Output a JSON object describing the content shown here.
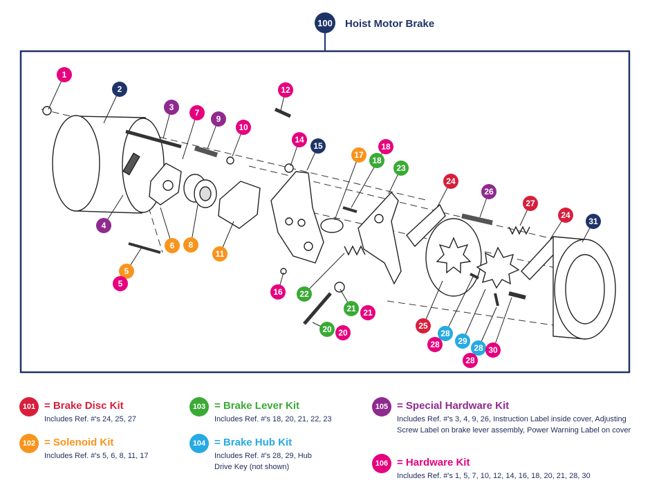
{
  "title": {
    "number": "100",
    "text": "Hoist Motor Brake"
  },
  "colors": {
    "navy": "#1e3368",
    "magenta": "#e6007e",
    "purple": "#8e2a8e",
    "red": "#d71f3c",
    "orange": "#f7941d",
    "green": "#3aaa35",
    "cyan": "#27aae1"
  },
  "callouts": [
    {
      "label": "1",
      "color": "magenta"
    },
    {
      "label": "2",
      "color": "navy"
    },
    {
      "label": "3",
      "color": "purple"
    },
    {
      "label": "4",
      "color": "purple"
    },
    {
      "label": "5",
      "color": "orange"
    },
    {
      "label": "5",
      "color": "magenta"
    },
    {
      "label": "6",
      "color": "orange"
    },
    {
      "label": "7",
      "color": "magenta"
    },
    {
      "label": "8",
      "color": "orange"
    },
    {
      "label": "9",
      "color": "purple"
    },
    {
      "label": "10",
      "color": "magenta"
    },
    {
      "label": "11",
      "color": "orange"
    },
    {
      "label": "12",
      "color": "magenta"
    },
    {
      "label": "14",
      "color": "magenta"
    },
    {
      "label": "15",
      "color": "navy"
    },
    {
      "label": "16",
      "color": "magenta"
    },
    {
      "label": "17",
      "color": "orange"
    },
    {
      "label": "18",
      "color": "magenta"
    },
    {
      "label": "18",
      "color": "green"
    },
    {
      "label": "20",
      "color": "green"
    },
    {
      "label": "20",
      "color": "magenta"
    },
    {
      "label": "21",
      "color": "green"
    },
    {
      "label": "21",
      "color": "magenta"
    },
    {
      "label": "22",
      "color": "green"
    },
    {
      "label": "23",
      "color": "green"
    },
    {
      "label": "24",
      "color": "red"
    },
    {
      "label": "24",
      "color": "red"
    },
    {
      "label": "25",
      "color": "red"
    },
    {
      "label": "26",
      "color": "purple"
    },
    {
      "label": "27",
      "color": "red"
    },
    {
      "label": "28",
      "color": "cyan"
    },
    {
      "label": "28",
      "color": "magenta"
    },
    {
      "label": "28",
      "color": "cyan"
    },
    {
      "label": "28",
      "color": "magenta"
    },
    {
      "label": "29",
      "color": "cyan"
    },
    {
      "label": "30",
      "color": "magenta"
    },
    {
      "label": "31",
      "color": "navy"
    }
  ],
  "legend": [
    {
      "code": "101",
      "color": "red",
      "title": "= Brake Disc Kit",
      "desc": "Includes Ref. #'s 24, 25, 27"
    },
    {
      "code": "102",
      "color": "orange",
      "title": "= Solenoid Kit",
      "desc": "Includes Ref. #'s 5, 6, 8, 11, 17"
    },
    {
      "code": "103",
      "color": "green",
      "title": "= Brake Lever Kit",
      "desc": "Includes Ref. #'s 18, 20, 21, 22, 23"
    },
    {
      "code": "104",
      "color": "cyan",
      "title": "= Brake Hub Kit",
      "desc": "Includes Ref. #'s 28, 29, Hub Drive Key (not shown)"
    },
    {
      "code": "105",
      "color": "purple",
      "title": "= Special Hardware Kit",
      "desc": "Includes Ref. #'s 3, 4, 9, 26, Instruction Label inside cover, Adjusting Screw Label on brake lever assembly, Power Warning Label on cover"
    },
    {
      "code": "106",
      "color": "magenta",
      "title": "= Hardware Kit",
      "desc": "Includes Ref. #'s 1, 5, 7, 10, 12, 14, 16, 18, 20, 21, 28, 30"
    }
  ]
}
